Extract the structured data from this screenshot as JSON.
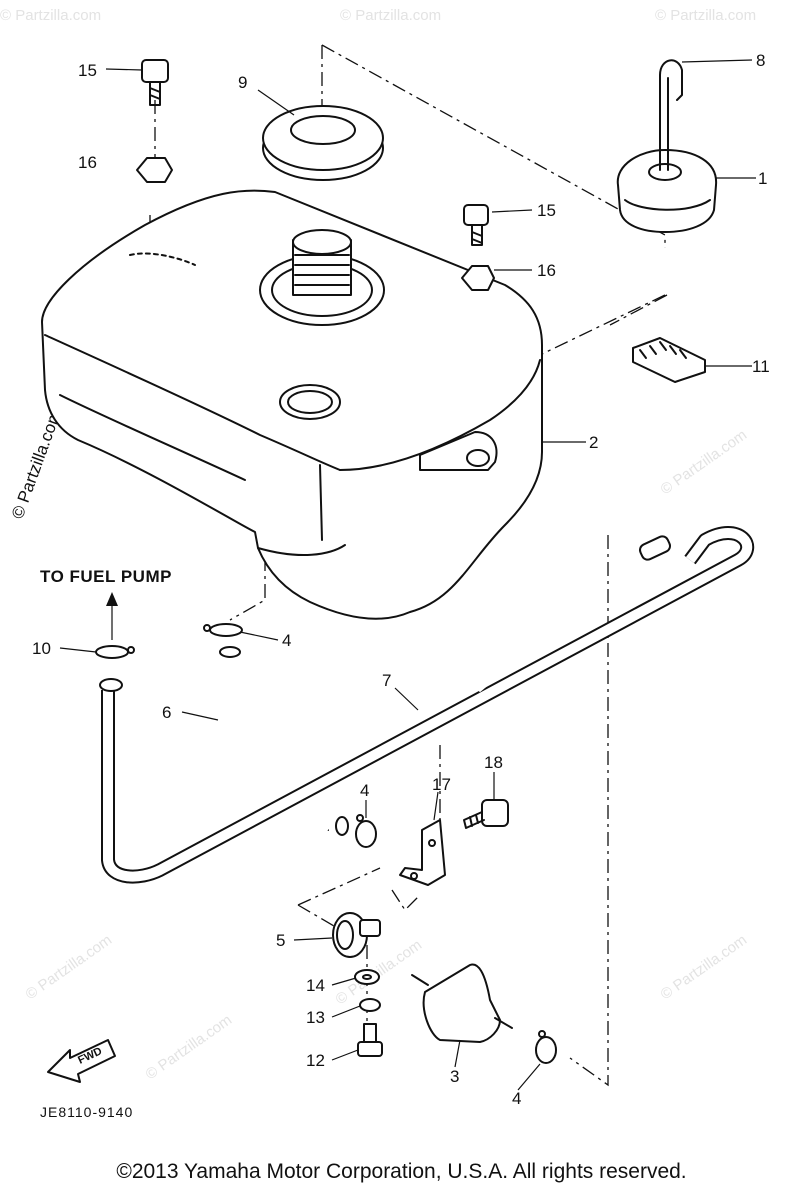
{
  "watermark": "© Partzilla.com",
  "header_label": "TO FUEL PUMP",
  "diagram_code": "JE8110-9140",
  "fwd_label": "FWD",
  "copyright": "©2013 Yamaha Motor Corporation, U.S.A. All rights reserved.",
  "callouts": {
    "c1": "1",
    "c2": "2",
    "c3": "3",
    "c4a": "4",
    "c4b": "4",
    "c4c": "4",
    "c5": "5",
    "c6": "6",
    "c7": "7",
    "c8": "8",
    "c9": "9",
    "c10": "10",
    "c11": "11",
    "c12": "12",
    "c13": "13",
    "c14": "14",
    "c15a": "15",
    "c15b": "15",
    "c16a": "16",
    "c16b": "16",
    "c17": "17",
    "c18": "18"
  }
}
